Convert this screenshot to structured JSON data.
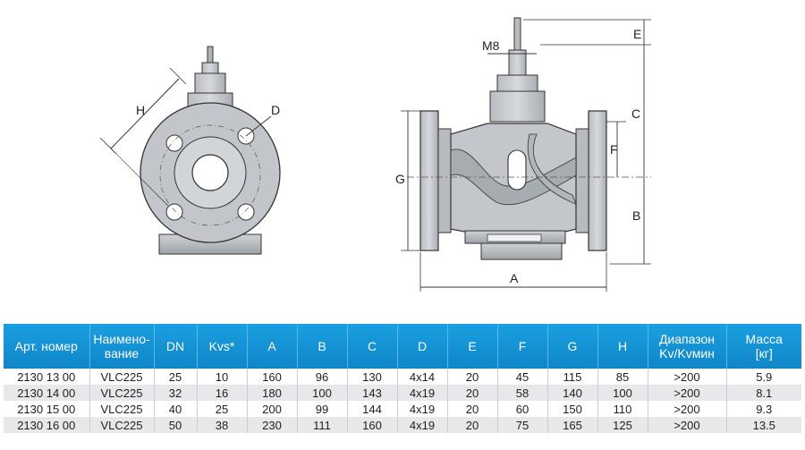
{
  "drawing": {
    "dimensions": {
      "H": "H",
      "D": "D",
      "M8": "M8",
      "E": "E",
      "C": "C",
      "F": "F",
      "G": "G",
      "B": "B",
      "A": "A"
    }
  },
  "table": {
    "headers": [
      {
        "l1": "Арт. номер",
        "l2": ""
      },
      {
        "l1": "Наимено-",
        "l2": "вание"
      },
      {
        "l1": "DN",
        "l2": ""
      },
      {
        "l1": "Kvs*",
        "l2": ""
      },
      {
        "l1": "A",
        "l2": ""
      },
      {
        "l1": "B",
        "l2": ""
      },
      {
        "l1": "C",
        "l2": ""
      },
      {
        "l1": "D",
        "l2": ""
      },
      {
        "l1": "E",
        "l2": ""
      },
      {
        "l1": "F",
        "l2": ""
      },
      {
        "l1": "G",
        "l2": ""
      },
      {
        "l1": "H",
        "l2": ""
      },
      {
        "l1": "Диапазон",
        "l2": "Kv/Kvмин"
      },
      {
        "l1": "Масса",
        "l2": "[кг]"
      }
    ],
    "rows": [
      [
        "2130 13 00",
        "VLC225",
        "25",
        "10",
        "160",
        "96",
        "130",
        "4x14",
        "20",
        "45",
        "115",
        "85",
        ">200",
        "5.9"
      ],
      [
        "2130 14 00",
        "VLC225",
        "32",
        "16",
        "180",
        "100",
        "143",
        "4x19",
        "20",
        "58",
        "140",
        "100",
        ">200",
        "8.1"
      ],
      [
        "2130 15 00",
        "VLC225",
        "40",
        "25",
        "200",
        "99",
        "144",
        "4x19",
        "20",
        "60",
        "150",
        "110",
        ">200",
        "9.3"
      ],
      [
        "2130 16 00",
        "VLC225",
        "50",
        "38",
        "230",
        "111",
        "160",
        "4x19",
        "20",
        "75",
        "165",
        "125",
        ">200",
        "13.5"
      ]
    ]
  },
  "colors": {
    "header_blue": "#1393d6",
    "row_alt": "#e6e8ea",
    "valve_fill": "#c4c7cb",
    "valve_dark": "#9aa0a6"
  }
}
